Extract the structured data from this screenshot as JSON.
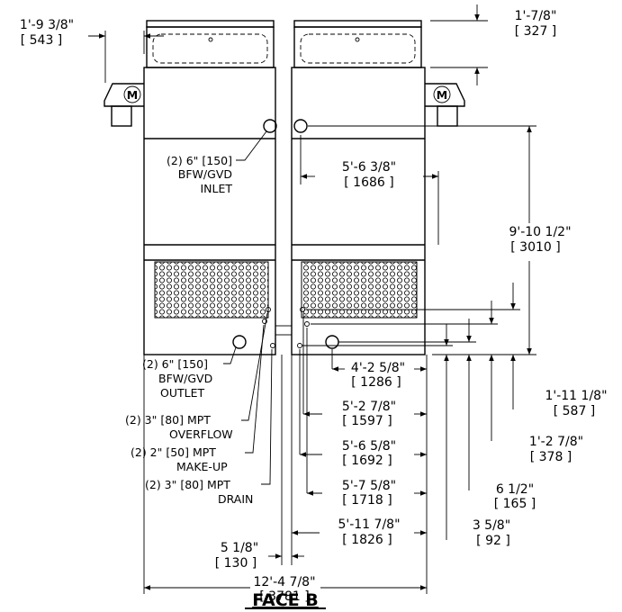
{
  "dimensions": {
    "d1": {
      "imp": "1'-9 3/8\"",
      "met": "[ 543 ]"
    },
    "d2": {
      "imp": "1'-7/8\"",
      "met": "[ 327 ]"
    },
    "d3": {
      "imp": "5'-6 3/8\"",
      "met": "[ 1686 ]"
    },
    "d4": {
      "imp": "9'-10 1/2\"",
      "met": "[ 3010 ]"
    },
    "d5": {
      "imp": "4'-2 5/8\"",
      "met": "[ 1286 ]"
    },
    "d6": {
      "imp": "5'-2 7/8\"",
      "met": "[ 1597 ]"
    },
    "d7": {
      "imp": "5'-6 5/8\"",
      "met": "[ 1692 ]"
    },
    "d8": {
      "imp": "5'-7 5/8\"",
      "met": "[ 1718 ]"
    },
    "d9": {
      "imp": "5'-11 7/8\"",
      "met": "[ 1826 ]"
    },
    "d10": {
      "imp": "5 1/8\"",
      "met": "[ 130 ]"
    },
    "d11": {
      "imp": "12'-4 7/8\"",
      "met": "[ 3781 ]"
    },
    "d12": {
      "imp": "1'-11 1/8\"",
      "met": "[ 587 ]"
    },
    "d13": {
      "imp": "1'-2 7/8\"",
      "met": "[ 378 ]"
    },
    "d14": {
      "imp": "6 1/2\"",
      "met": "[ 165 ]"
    },
    "d15": {
      "imp": "3 5/8\"",
      "met": "[ 92 ]"
    }
  },
  "callouts": {
    "inlet": [
      "(2) 6\" [150]",
      "BFW/GVD",
      "INLET"
    ],
    "outlet": [
      "(2) 6\" [150]",
      "BFW/GVD",
      "OUTLET"
    ],
    "overflow": [
      "(2) 3\" [80] MPT",
      "OVERFLOW"
    ],
    "makeup": [
      "(2) 2\" [50] MPT",
      "MAKE-UP"
    ],
    "drain": [
      "(2) 3\" [80] MPT",
      "DRAIN"
    ]
  },
  "logo_letter": "M",
  "title": "FACE B"
}
